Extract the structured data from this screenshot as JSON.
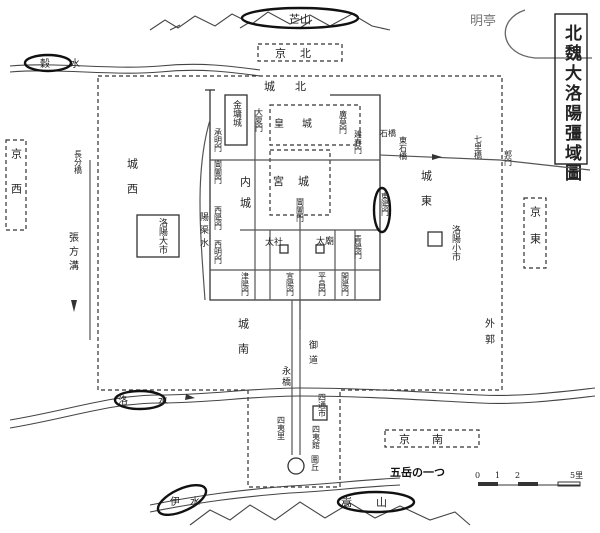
{
  "title": "北魏大洛陽彊域圖",
  "handwritten_note": "明亭",
  "handwritten_wuyue": "五岳の一つ",
  "mountains": {
    "north": "芒山",
    "south": "嵩山"
  },
  "rivers": {
    "gu": "穀水",
    "luo": "洛水",
    "yi": "伊水",
    "zhangfang": "張方溝",
    "yangqu": "陽渠水"
  },
  "regions": {
    "jing_bei": "京北",
    "jing_xi": "京西",
    "jing_dong": "京東",
    "jing_nan": "京南",
    "cheng_bei": "城北",
    "cheng_xi": "城西",
    "cheng_dong": "城東",
    "cheng_nan": "城南",
    "wai_guo": "外郭",
    "nei_cheng": "内城",
    "gong_cheng": "宮城",
    "huang_cheng": "皇城"
  },
  "gates": {
    "chengming": "承明門",
    "changhe": "閶闔門",
    "xiyang": "西陽門",
    "ximing": "西明門",
    "dongyang": "東陽門",
    "qingyang": "青陽門",
    "jianchun": "建春門",
    "jinyang": "津陽門",
    "xuanyang": "宣陽門",
    "pingchang": "平昌門",
    "kaiyang": "開陽門",
    "dasha": "大夏門",
    "guangmo": "廣莫門",
    "changhe_gong": "閶闔門",
    "guo": "郭門"
  },
  "places": {
    "jinyong": "金墉城",
    "luoyang_da_shi": "洛陽大市",
    "luoyang_xiao_shi": "洛陽小市",
    "tai_she": "太社",
    "tai_miao": "太廟",
    "yu_dao": "御道",
    "yong_qiao": "永橋",
    "si_tong_shi": "四通市",
    "si_yi_li": "四夷里",
    "si_yi_guan": "四夷館",
    "yuan_qiu": "圜丘"
  },
  "bridges": {
    "shi_qiao": "石橋",
    "dong_shi_qiao": "東石橋",
    "qi_li_qiao": "七里橋",
    "zhang_fen_qiao": "長分橋"
  },
  "scale": {
    "ticks": [
      "0",
      "1",
      "2",
      "5里"
    ]
  }
}
